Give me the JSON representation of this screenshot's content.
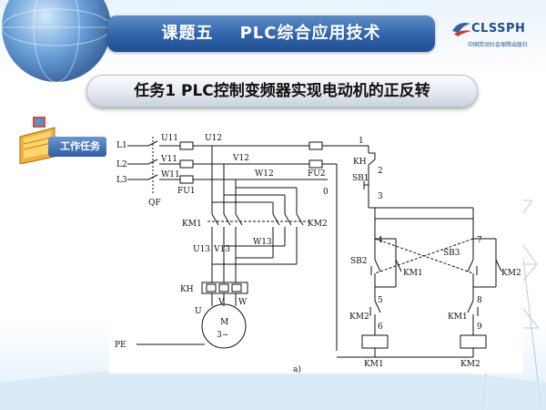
{
  "header": {
    "title": "课题五    PLC综合应用技术",
    "logo": {
      "text": "CLSSPH",
      "subtitle": "中国劳动社会保障出版社"
    }
  },
  "task": {
    "title": "任务1  PLC控制变频器实现电动机的正反转"
  },
  "badge": {
    "label": "工作任务"
  },
  "diagram": {
    "caption": "a)",
    "labels": {
      "L1": "L1",
      "L2": "L2",
      "L3": "L3",
      "QF": "QF",
      "U11": "U11",
      "V11": "V11",
      "W11": "W11",
      "FU1": "FU1",
      "U12": "U12",
      "V12": "V12",
      "W12": "W12",
      "FU2": "FU2",
      "KM1": "KM1",
      "KM2": "KM2",
      "U13": "U13",
      "V13": "V13",
      "W13": "W13",
      "KH": "KH",
      "U": "U",
      "V": "V",
      "W": "W",
      "M": "M",
      "M3": "3~",
      "PE": "PE",
      "zero": "0",
      "n1": "1",
      "n2": "2",
      "n3": "3",
      "n4": "4",
      "n5": "5",
      "n6": "6",
      "n7": "7",
      "n8": "8",
      "n9": "9",
      "SB1": "SB1",
      "SB2": "SB2",
      "SB3": "SB3"
    }
  },
  "colors": {
    "header": "#2f63a8",
    "pill": "#e2e7ef",
    "line": "#111111"
  }
}
